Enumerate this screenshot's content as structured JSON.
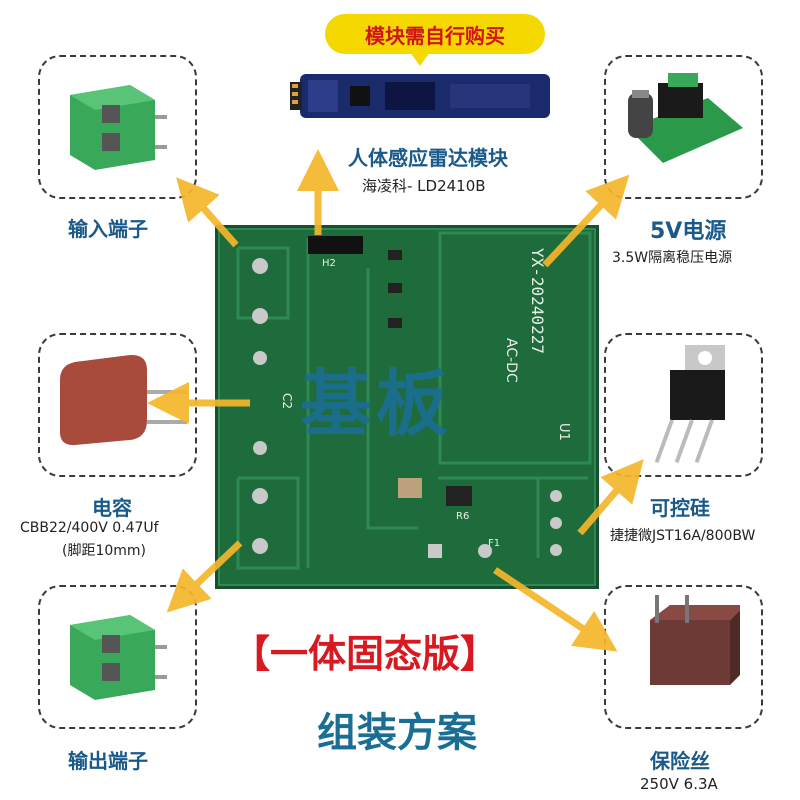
{
  "banner": "模块需自行购买",
  "radar": {
    "title": "人体感应雷达模块",
    "model": "海凌科- LD2410B"
  },
  "input_terminal": {
    "title": "输入端子"
  },
  "power": {
    "title": "5V电源",
    "desc": "3.5W隔离稳压电源"
  },
  "capacitor": {
    "title": "电容",
    "spec1": "CBB22/400V  0.47Uf",
    "spec2": "(脚距10mm)"
  },
  "scr": {
    "title": "可控硅",
    "model": "捷捷微JST16A/800BW"
  },
  "output_terminal": {
    "title": "输出端子"
  },
  "fuse": {
    "title": "保险丝",
    "spec": "250V  6.3A"
  },
  "board": {
    "label": "基板",
    "silk_model": "YX-20240227",
    "silk_acdc": "AC-DC",
    "silk_u1": "U1",
    "silk_c2": "C2",
    "silk_h2": "H2",
    "silk_r6": "R6",
    "silk_f1": "F1"
  },
  "edition": "【一体固态版】",
  "scheme": "组装方案",
  "colors": {
    "arrow": "#f5b62a",
    "title_blue": "#1a5a8a",
    "banner_yellow": "#f5d800",
    "banner_red": "#d0141a",
    "pcb_green": "#1e6b3c"
  }
}
